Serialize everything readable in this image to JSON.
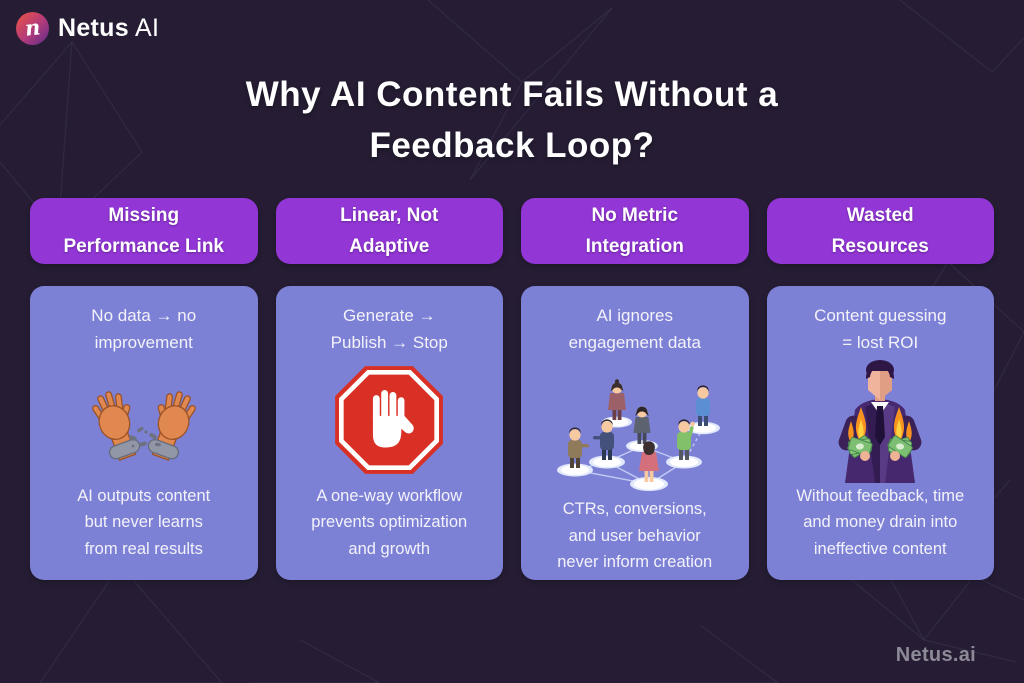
{
  "brand": {
    "logo_icon": "netus-logo-icon",
    "logo_glyph": "n",
    "name_primary": "Netus",
    "name_secondary": "AI",
    "watermark": "Netus.ai"
  },
  "title": "Why AI Content Fails Without a\nFeedback Loop?",
  "columns": [
    {
      "header": "Missing\nPerformance Link",
      "top_text": "No data → no\nimprovement",
      "illustration": "broken-handcuffs-illustration",
      "bottom_text": "AI outputs content\nbut never learns\nfrom real results"
    },
    {
      "header": "Linear, Not\nAdaptive",
      "top_text": "Generate →\nPublish → Stop",
      "illustration": "stop-hand-sign-illustration",
      "bottom_text": "A one-way workflow\nprevents optimization\nand growth"
    },
    {
      "header": "No Metric\nIntegration",
      "top_text": "AI ignores\nengagement data",
      "illustration": "people-network-illustration",
      "bottom_text": "CTRs, conversions,\nand user behavior\nnever inform creation"
    },
    {
      "header": "Wasted\nResources",
      "top_text": "Content guessing\n= lost ROI",
      "illustration": "burning-money-illustration",
      "bottom_text": "Without feedback, time\nand money drain into\nineffective content"
    }
  ],
  "colors": {
    "background": "#261d34",
    "badge_purple": "#9236d6",
    "card_periwinkle": "#7d81d6",
    "title_text": "#ffffff",
    "card_text": "#f3f2fa",
    "watermark_text": "#8d8a97",
    "stop_sign_red": "#d93025",
    "money_green": "#7cbf72",
    "flame_orange": "#f7931e",
    "skin_tone": "#e08850"
  }
}
